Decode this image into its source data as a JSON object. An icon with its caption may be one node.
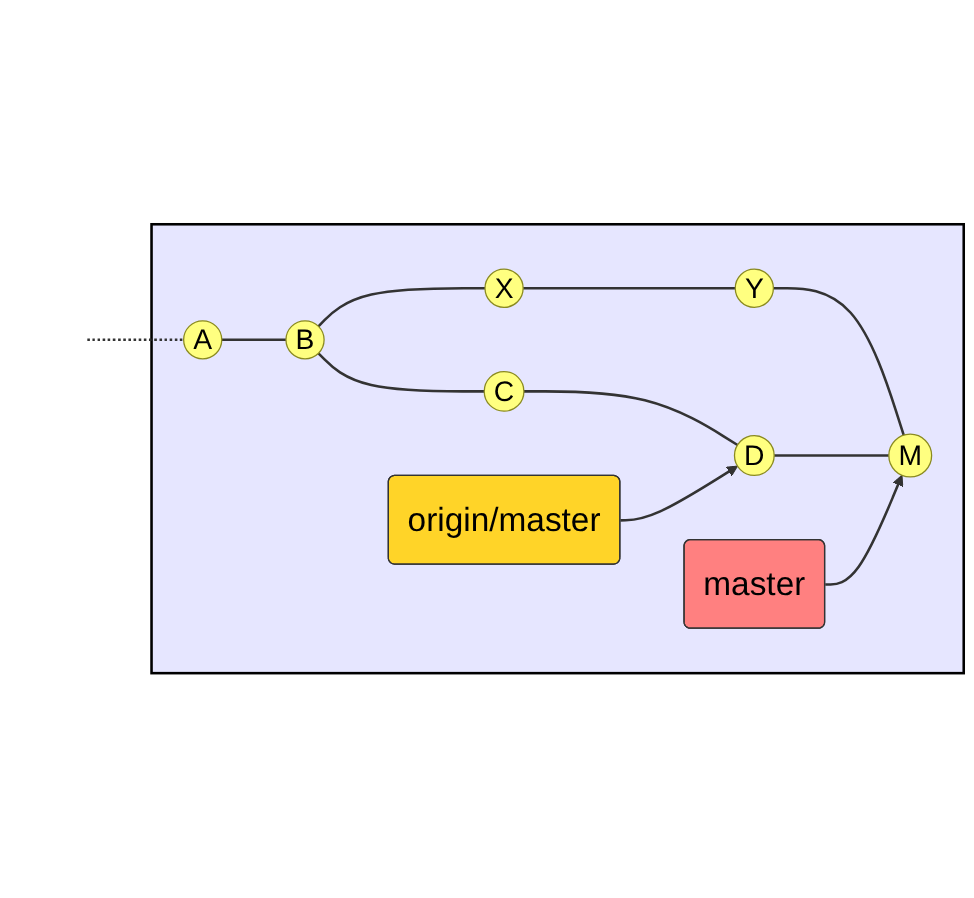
{
  "diagram": {
    "nodes": [
      {
        "text": [],
        "shape": "box"
      },
      {
        "text": [
          "origin/master"
        ],
        "in": 0
      },
      {
        "text": [
          "C"
        ],
        "in": 0
      },
      {
        "text": [
          "D"
        ],
        "in": 0
      },
      {
        "text": [
          "M"
        ],
        "in": 0
      },
      {
        "text": [
          "A"
        ],
        "in": 0
      },
      {
        "text": [
          "B"
        ],
        "in": 0
      },
      {
        "text": [
          "X"
        ],
        "in": 0
      },
      {
        "text": [
          "Y"
        ],
        "in": 0
      },
      {
        "text": [
          "master"
        ],
        "in": 0
      }
    ],
    "edges": [
      {
        "from": null,
        "to": 5,
        "arrow": "none",
        "style": "dashed"
      },
      {
        "from": 5,
        "to": 6,
        "arrow": "none"
      },
      {
        "from": 6,
        "to": 7,
        "arrow": "none"
      },
      {
        "from": 7,
        "to": 8,
        "arrow": "none"
      },
      {
        "from": 8,
        "to": 4,
        "arrow": "none"
      },
      {
        "from": 6,
        "to": 2,
        "arrow": "none"
      },
      {
        "from": 2,
        "to": 3,
        "arrow": "none"
      },
      {
        "from": 3,
        "to": 4,
        "arrow": "none"
      },
      {
        "from": 1,
        "to": 3,
        "arrow": "to"
      },
      {
        "from": 9,
        "to": 4,
        "arrow": "to"
      }
    ]
  }
}
